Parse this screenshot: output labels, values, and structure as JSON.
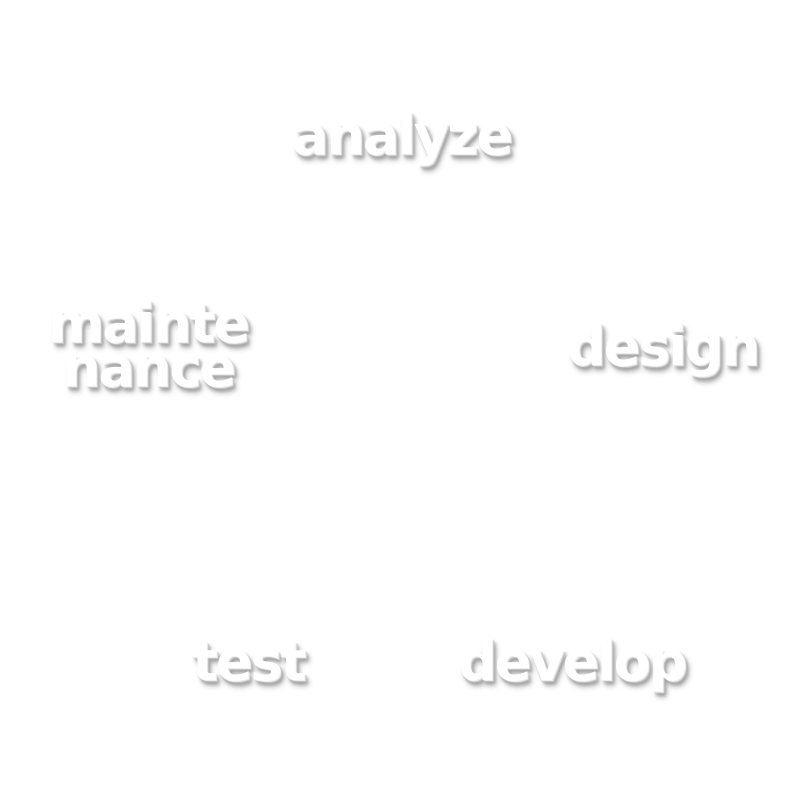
{
  "diagram": {
    "type": "cycle",
    "stages": {
      "analyze": "analyze",
      "design": "design",
      "develop": "develop",
      "test": "test",
      "maintenance_line1": "mainte",
      "maintenance_line2": "nance"
    },
    "text_color": "#ffffff",
    "shadow_color": "#9e9e9e"
  }
}
